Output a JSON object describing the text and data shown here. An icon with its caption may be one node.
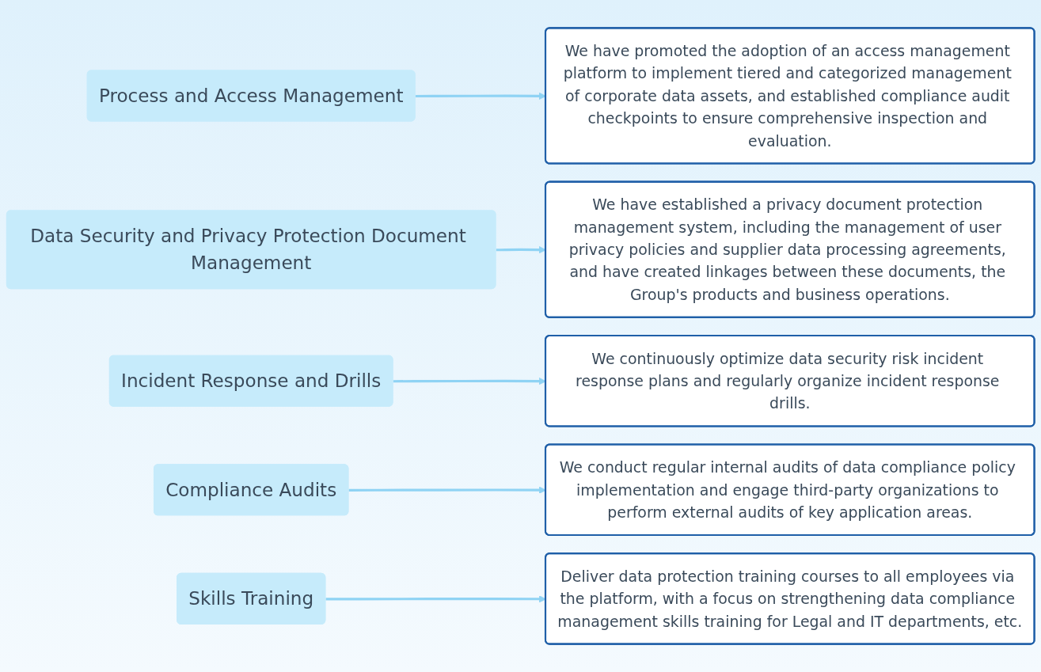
{
  "diagram": {
    "nodes": [
      {
        "text": [
          "Process and Access Management"
        ]
      },
      {
        "text": [
          "We have promoted the adoption of an access management platform to implement tiered and categorized management of corporate data assets, and established compliance audit checkpoints to ensure comprehensive inspection and evaluation."
        ]
      },
      {
        "text": [
          "Data Security and Privacy Protection Document Management"
        ]
      },
      {
        "text": [
          "We have established a privacy document protection management system, including the management of user privacy policies and supplier data processing agreements, and have created linkages between these documents, the Group's products and business operations."
        ]
      },
      {
        "text": [
          "Incident Response and Drills"
        ]
      },
      {
        "text": [
          "We continuously optimize data security risk incident response plans and regularly organize incident response drills."
        ]
      },
      {
        "text": [
          "Compliance Audits"
        ]
      },
      {
        "text": [
          "We conduct regular internal audits of data compliance policy implementation and engage third-party organizations to perform external audits of key application areas."
        ]
      },
      {
        "text": [
          "Skills Training"
        ]
      },
      {
        "text": [
          "Deliver data protection training courses to all employees via the platform, with a focus on strengthening data compliance management skills training for Legal and IT departments, etc."
        ]
      }
    ],
    "edges": [
      {
        "from": 0,
        "to": 1,
        "arrow": "to"
      },
      {
        "from": 2,
        "to": 3,
        "arrow": "to"
      },
      {
        "from": 4,
        "to": 5,
        "arrow": "to"
      },
      {
        "from": 6,
        "to": 7,
        "arrow": "to"
      },
      {
        "from": 8,
        "to": 9,
        "arrow": "to"
      }
    ]
  }
}
